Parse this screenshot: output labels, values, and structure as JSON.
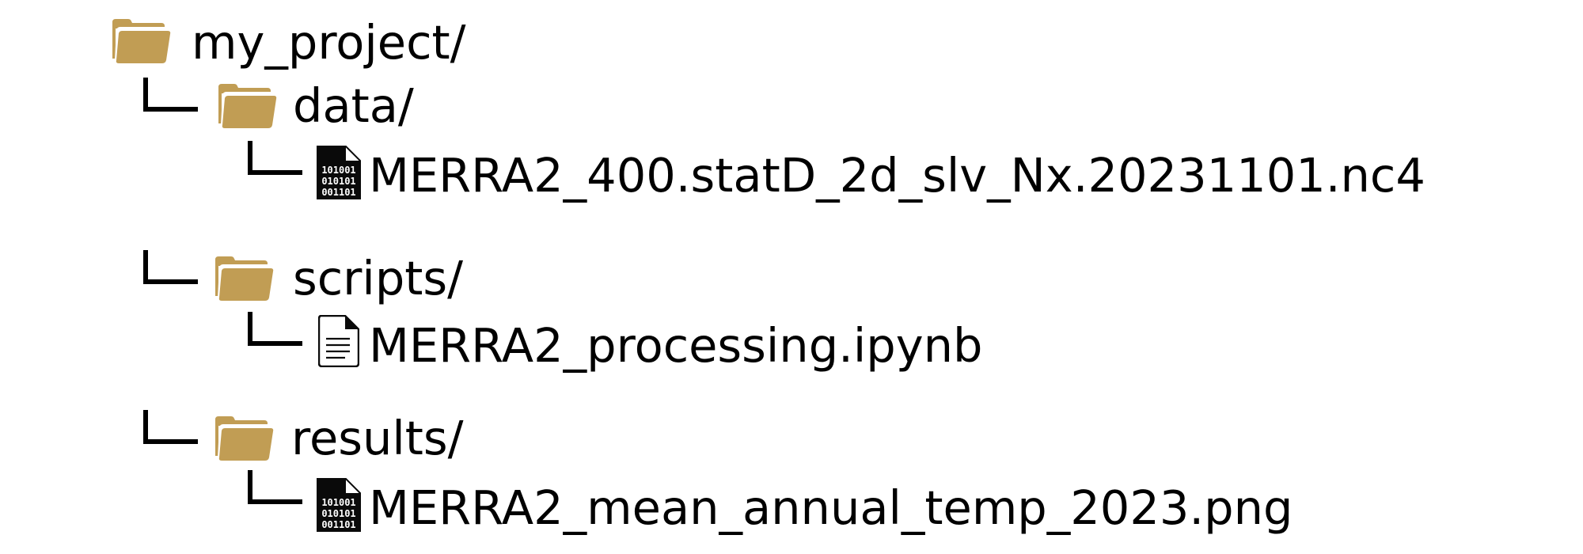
{
  "tree": {
    "root": {
      "label": "my_project/",
      "icon": "folder-icon"
    },
    "data_folder": {
      "label": "data/",
      "icon": "folder-icon"
    },
    "data_file": {
      "label": "MERRA2_400.statD_2d_slv_Nx.20231101.nc4",
      "icon": "binary-file-icon"
    },
    "scripts_folder": {
      "label": "scripts/",
      "icon": "folder-icon"
    },
    "scripts_file": {
      "label": "MERRA2_processing.ipynb",
      "icon": "text-file-icon"
    },
    "results_folder": {
      "label": "results/",
      "icon": "folder-icon"
    },
    "results_file": {
      "label": "MERRA2_mean_annual_temp_2023.png",
      "icon": "binary-file-icon"
    }
  },
  "colors": {
    "folder": "#C19D54",
    "folder_highlight": "#FFFFFF",
    "file_dark": "#0A0A0A",
    "text": "#000000"
  },
  "binary_text": {
    "row1": "101001",
    "row2": "010101",
    "row3": "001101"
  }
}
